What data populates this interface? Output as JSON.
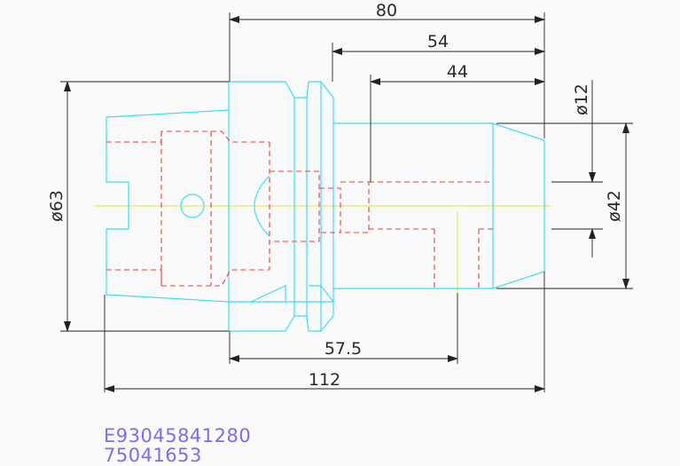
{
  "colors": {
    "outline": "#37e0ee",
    "hidden": "#ee3e3e",
    "center": "#e6e040",
    "dimension": "#222222",
    "partno": "#7b6ee8"
  },
  "dimensions": {
    "d80": "80",
    "d54": "54",
    "d44": "44",
    "d57_5": "57.5",
    "d112": "112",
    "dia12": "ø12",
    "dia42": "ø42",
    "dia63": "ø63"
  },
  "part_numbers": {
    "line1": "E93045841280",
    "line2": "75041653"
  }
}
